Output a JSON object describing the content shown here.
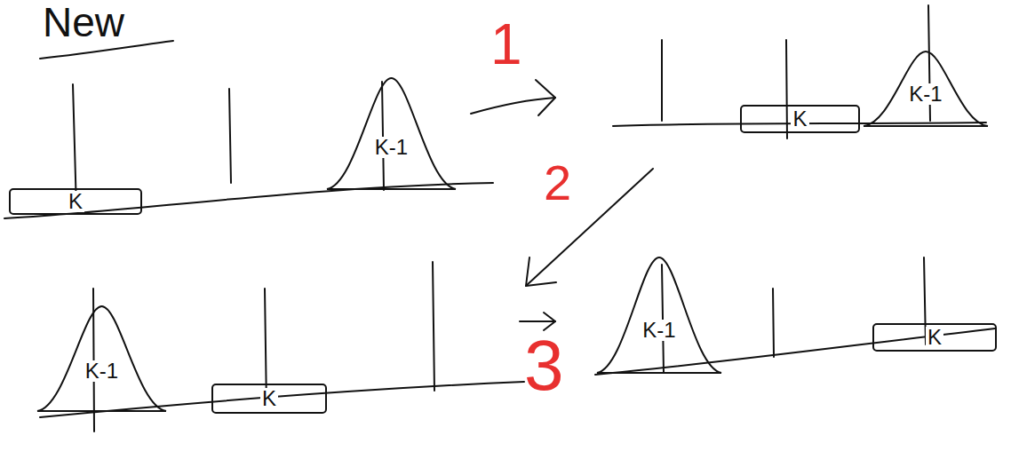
{
  "diagram": {
    "title": "New",
    "nodes": [
      {
        "text": [
          "K"
        ]
      },
      {
        "text": [
          "K-1"
        ]
      },
      {
        "text": [
          "K"
        ]
      },
      {
        "text": [
          "K-1"
        ]
      },
      {
        "text": [
          "K-1"
        ]
      },
      {
        "text": [
          "K"
        ]
      },
      {
        "text": [
          "K-1"
        ]
      },
      {
        "text": [
          "K"
        ]
      }
    ],
    "labels": [
      "1",
      "2",
      "3"
    ]
  }
}
